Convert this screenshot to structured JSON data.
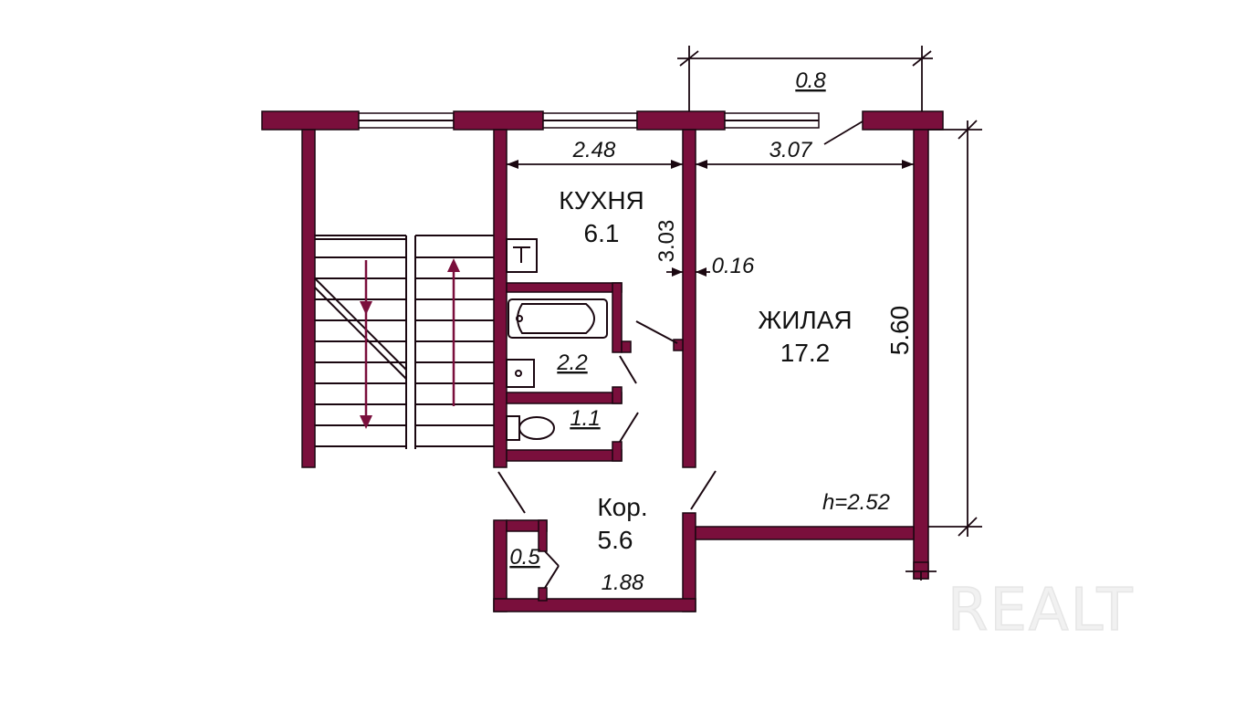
{
  "rooms": {
    "kitchen": {
      "name": "КУХНЯ",
      "area": "6.1"
    },
    "living": {
      "name": "ЖИЛАЯ",
      "area": "17.2"
    },
    "corridor": {
      "name": "Кор.",
      "area": "5.6"
    },
    "bathroom": {
      "area": "2.2"
    },
    "toilet": {
      "area": "1.1"
    },
    "closet": {
      "area": "0.5"
    }
  },
  "dimensions": {
    "balcony_offset": "0.8",
    "kitchen_width": "2.48",
    "living_width": "3.07",
    "kitchen_depth": "3.03",
    "wall_thickness": "0.16",
    "living_length": "5.60",
    "corridor_width": "1.88",
    "ceiling_height": "h=2.52"
  },
  "watermark": "REALT",
  "colors": {
    "wall": "#7a0f3c",
    "line": "#1a0710"
  }
}
